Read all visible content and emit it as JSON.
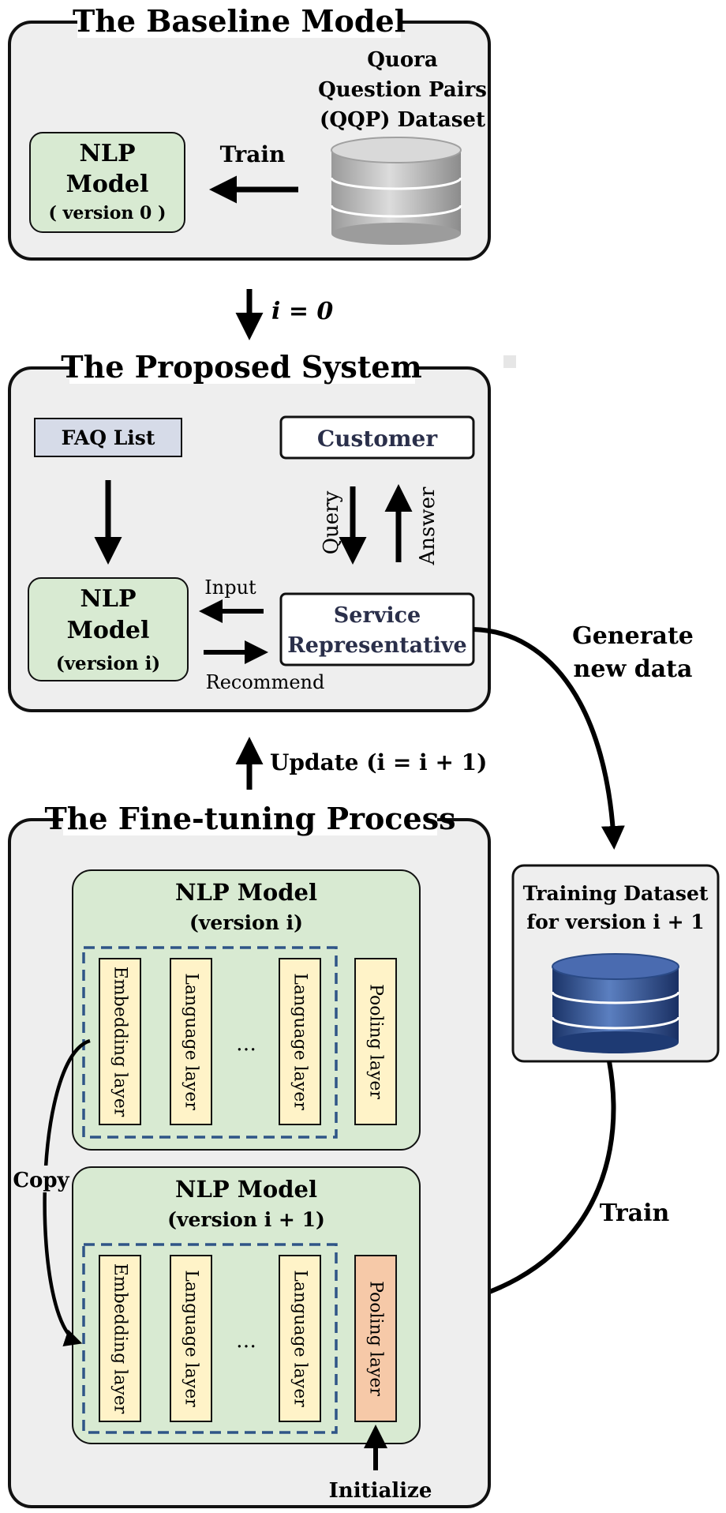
{
  "baseline": {
    "title": "The Baseline Model",
    "model_line1": "NLP",
    "model_line2": "Model",
    "model_version": "( version 0 )",
    "train_label": "Train",
    "dataset_line1": "Quora",
    "dataset_line2": "Question Pairs",
    "dataset_line3": "(QQP) Dataset"
  },
  "init_arrow_label": "i = 0",
  "proposed": {
    "title": "The Proposed System",
    "faq_label": "FAQ List",
    "customer_label": "Customer",
    "query_label": "Query",
    "answer_label": "Answer",
    "model_line1": "NLP",
    "model_line2": "Model",
    "model_version": "(version i)",
    "input_label": "Input",
    "recommend_label": "Recommend",
    "service_line1": "Service",
    "service_line2": "Representative"
  },
  "generate_label_line1": "Generate",
  "generate_label_line2": "new data",
  "update_label": "Update (i = i + 1)",
  "training_dataset": {
    "line1": "Training Dataset",
    "line2": "for version i + 1"
  },
  "train_label_right": "Train",
  "finetuning": {
    "title": "The Fine-tuning Process",
    "model_a_title": "NLP Model",
    "model_a_version": "(version i)",
    "model_b_title": "NLP Model",
    "model_b_version": "(version i + 1)",
    "layers": {
      "embedding": "Embedding layer",
      "language": "Language layer",
      "ellipsis": "…",
      "pooling": "Pooling layer"
    },
    "copy_label": "Copy",
    "initialize_label": "Initialize"
  },
  "colors": {
    "panel_bg": "#eeeeee",
    "model_green": "#d8ead2",
    "faq_blue": "#d6dbe8",
    "layer_yellow": "#fff3c8",
    "pooling_orange": "#f6c9a8",
    "dashed_blue": "#2f5587",
    "db_gray": "#b8b8b8",
    "db_blue": "#2a4a86"
  }
}
